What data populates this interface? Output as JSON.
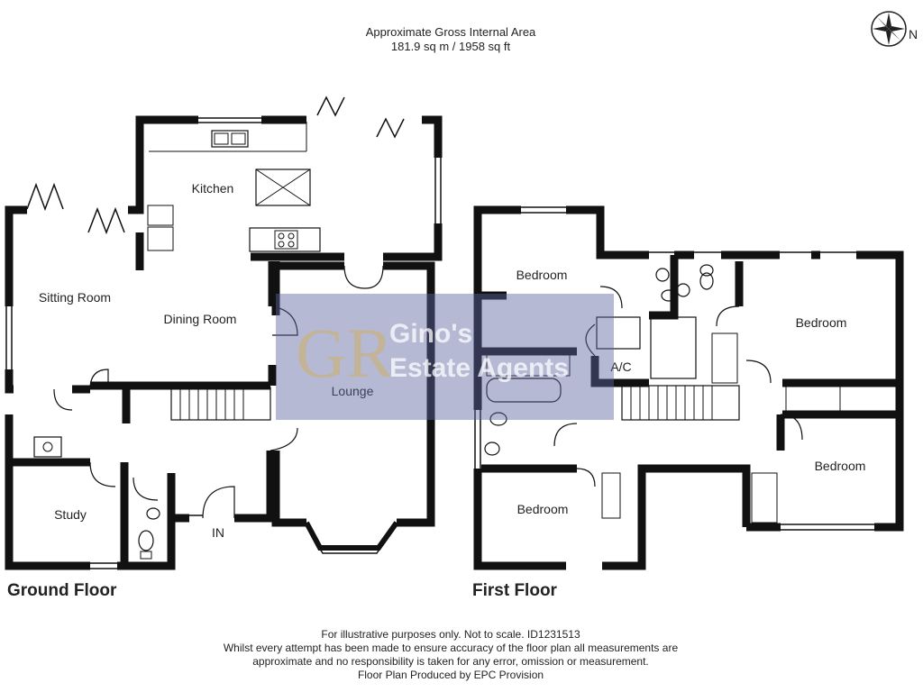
{
  "header": {
    "title": "Approximate Gross Internal Area",
    "area": "181.9 sq m / 1958 sq ft"
  },
  "compass": {
    "label": "N"
  },
  "ground_floor": {
    "label": "Ground Floor",
    "rooms": {
      "kitchen": "Kitchen",
      "sitting_room": "Sitting Room",
      "dining_room": "Dining Room",
      "lounge": "Lounge",
      "study": "Study",
      "entrance": "IN"
    }
  },
  "first_floor": {
    "label": "First Floor",
    "rooms": {
      "bedroom_1": "Bedroom",
      "bedroom_2": "Bedroom",
      "bedroom_3": "Bedroom",
      "bedroom_4": "Bedroom",
      "airing_cupboard": "A/C"
    }
  },
  "watermark": {
    "logo": "GR",
    "line1": "Gino's",
    "line2": "Estate Agents"
  },
  "disclaimer": {
    "line1": "For illustrative purposes only. Not to scale. ID1231513",
    "line2": "Whilst every attempt has been made to ensure accuracy of the floor plan all measurements are",
    "line3": "approximate and no responsibility is taken for any error, omission or measurement.",
    "line4": "Floor Plan Produced by EPC Provision"
  }
}
